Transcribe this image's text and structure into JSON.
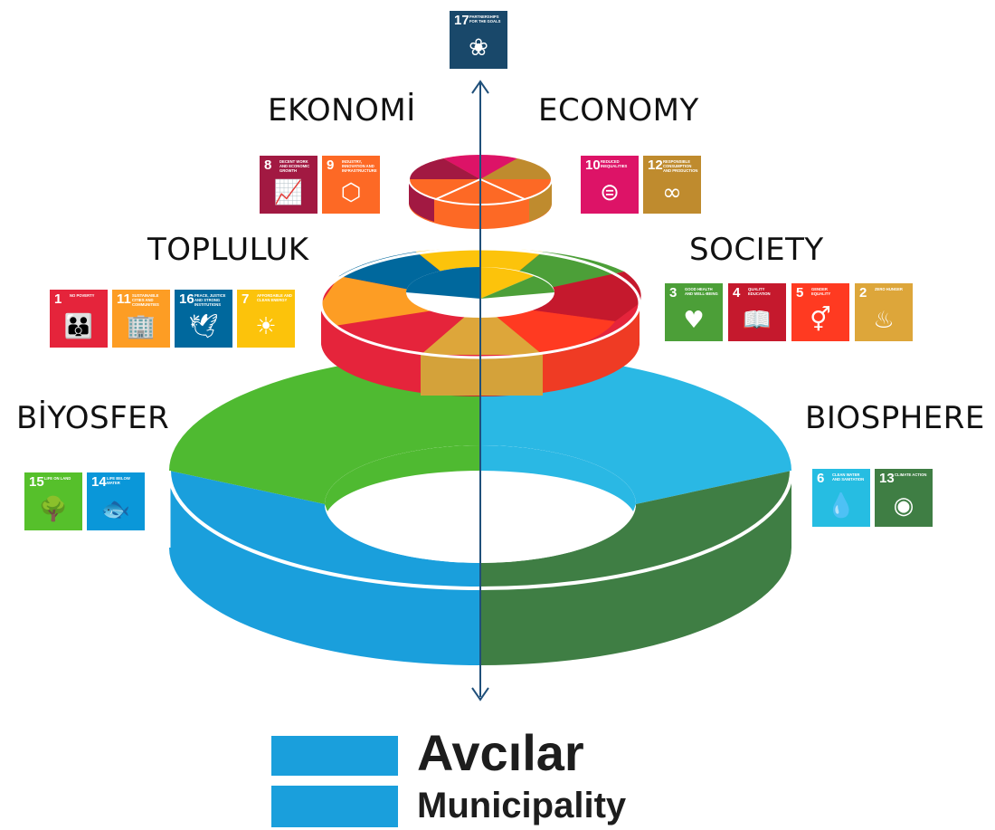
{
  "labels": {
    "ekonomi": "EKONOMİ",
    "economy": "ECONOMY",
    "topluluk": "TOPLULUK",
    "society": "SOCIETY",
    "biyosfer": "BİYOSFER",
    "biosphere": "BIOSPHERE"
  },
  "goals": {
    "g17": {
      "num": "17",
      "title": "PARTNERSHIPS FOR THE GOALS",
      "icon": "partnership-flower-icon",
      "glyph": "❀",
      "color": "#19486a"
    },
    "g8": {
      "num": "8",
      "title": "DECENT WORK AND ECONOMIC GROWTH",
      "icon": "growth-chart-icon",
      "glyph": "📈",
      "color": "#a21942"
    },
    "g9": {
      "num": "9",
      "title": "INDUSTRY, INNOVATION AND INFRASTRUCTURE",
      "icon": "cubes-icon",
      "glyph": "⬡",
      "color": "#fd6925"
    },
    "g10": {
      "num": "10",
      "title": "REDUCED INEQUALITIES",
      "icon": "equals-circle-icon",
      "glyph": "⊜",
      "color": "#dd1367"
    },
    "g12": {
      "num": "12",
      "title": "RESPONSIBLE CONSUMPTION AND PRODUCTION",
      "icon": "infinity-icon",
      "glyph": "∞",
      "color": "#bf8b2e"
    },
    "g1": {
      "num": "1",
      "title": "NO POVERTY",
      "icon": "family-icon",
      "glyph": "👪",
      "color": "#e5243b"
    },
    "g11": {
      "num": "11",
      "title": "SUSTAINABLE CITIES AND COMMUNITIES",
      "icon": "city-icon",
      "glyph": "🏢",
      "color": "#fd9d24"
    },
    "g16": {
      "num": "16",
      "title": "PEACE, JUSTICE AND STRONG INSTITUTIONS",
      "icon": "dove-icon",
      "glyph": "🕊",
      "color": "#00689d"
    },
    "g7": {
      "num": "7",
      "title": "AFFORDABLE AND CLEAN ENERGY",
      "icon": "sun-icon",
      "glyph": "☀",
      "color": "#fcc30b"
    },
    "g3": {
      "num": "3",
      "title": "GOOD HEALTH AND WELL-BEING",
      "icon": "heartbeat-icon",
      "glyph": "♥",
      "color": "#4c9f38"
    },
    "g4": {
      "num": "4",
      "title": "QUALITY EDUCATION",
      "icon": "book-icon",
      "glyph": "📖",
      "color": "#c5192d"
    },
    "g5": {
      "num": "5",
      "title": "GENDER EQUALITY",
      "icon": "gender-icon",
      "glyph": "⚥",
      "color": "#ff3a21"
    },
    "g2": {
      "num": "2",
      "title": "ZERO HUNGER",
      "icon": "bowl-icon",
      "glyph": "♨",
      "color": "#dda63a"
    },
    "g15": {
      "num": "15",
      "title": "LIFE ON LAND",
      "icon": "tree-icon",
      "glyph": "🌳",
      "color": "#56c02b"
    },
    "g14": {
      "num": "14",
      "title": "LIFE BELOW WATER",
      "icon": "fish-icon",
      "glyph": "🐟",
      "color": "#0a97d9"
    },
    "g6": {
      "num": "6",
      "title": "CLEAN WATER AND SANITATION",
      "icon": "water-drop-icon",
      "glyph": "💧",
      "color": "#26bde2"
    },
    "g13": {
      "num": "13",
      "title": "CLIMATE ACTION",
      "icon": "eye-earth-icon",
      "glyph": "◉",
      "color": "#3f7e44"
    }
  },
  "logo": {
    "name": "Avcılar",
    "subtitle": "Municipality",
    "color": "#1a9fdc"
  }
}
